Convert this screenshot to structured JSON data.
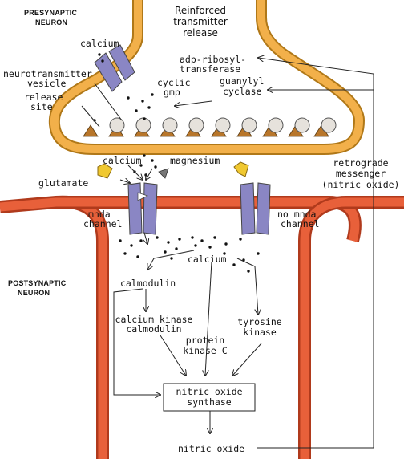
{
  "labels": {
    "presynaptic": [
      "PRESYNAPTIC",
      "NEURON"
    ],
    "postsynaptic": [
      "POSTSYNAPTIC",
      "NEURON"
    ],
    "reinforced_release": [
      "Reinforced",
      "transmitter",
      "release"
    ],
    "calcium_top": "calcium",
    "neurotransmitter_vesicle": [
      "neurotransmitter",
      "vesicle"
    ],
    "release_site": [
      "release",
      "site"
    ],
    "cyclic_gmp": [
      "cyclic",
      "gmp"
    ],
    "adp_ribosyl": [
      "adp-ribosyl-",
      "transferase"
    ],
    "guanylyl_cyclase": [
      "guanylyl",
      "cyclase"
    ],
    "calcium_mid": "calcium",
    "magnesium": "magnesium",
    "glutamate": "glutamate",
    "mnda_channel": [
      "mnda",
      "channel"
    ],
    "no_mnda_channel": [
      "no mnda",
      "channel"
    ],
    "retrograde_messenger": [
      "retrograde",
      "messenger",
      "(nitric oxide)"
    ],
    "calcium_post": "calcium",
    "calmodulin": "calmodulin",
    "calcium_kinase_calmodulin": [
      "calcium kinase",
      "calmodulin"
    ],
    "protein_kinase_c": [
      "protein",
      "kinase C"
    ],
    "tyrosine_kinase": [
      "tyrosine",
      "kinase"
    ],
    "nitric_oxide_synthase": [
      "nitric oxide",
      "synthase"
    ],
    "nitric_oxide": "nitric oxide"
  },
  "colors": {
    "presynaptic_membrane": "#f2b04a",
    "presynaptic_outline": "#b07818",
    "postsynaptic_membrane": "#e8603a",
    "postsynaptic_outline": "#b03a1c",
    "channel": "#8a86c4",
    "glutamate": "#f0c830",
    "vesicle": "#e6e2dc",
    "release_site": "#b8762a"
  }
}
